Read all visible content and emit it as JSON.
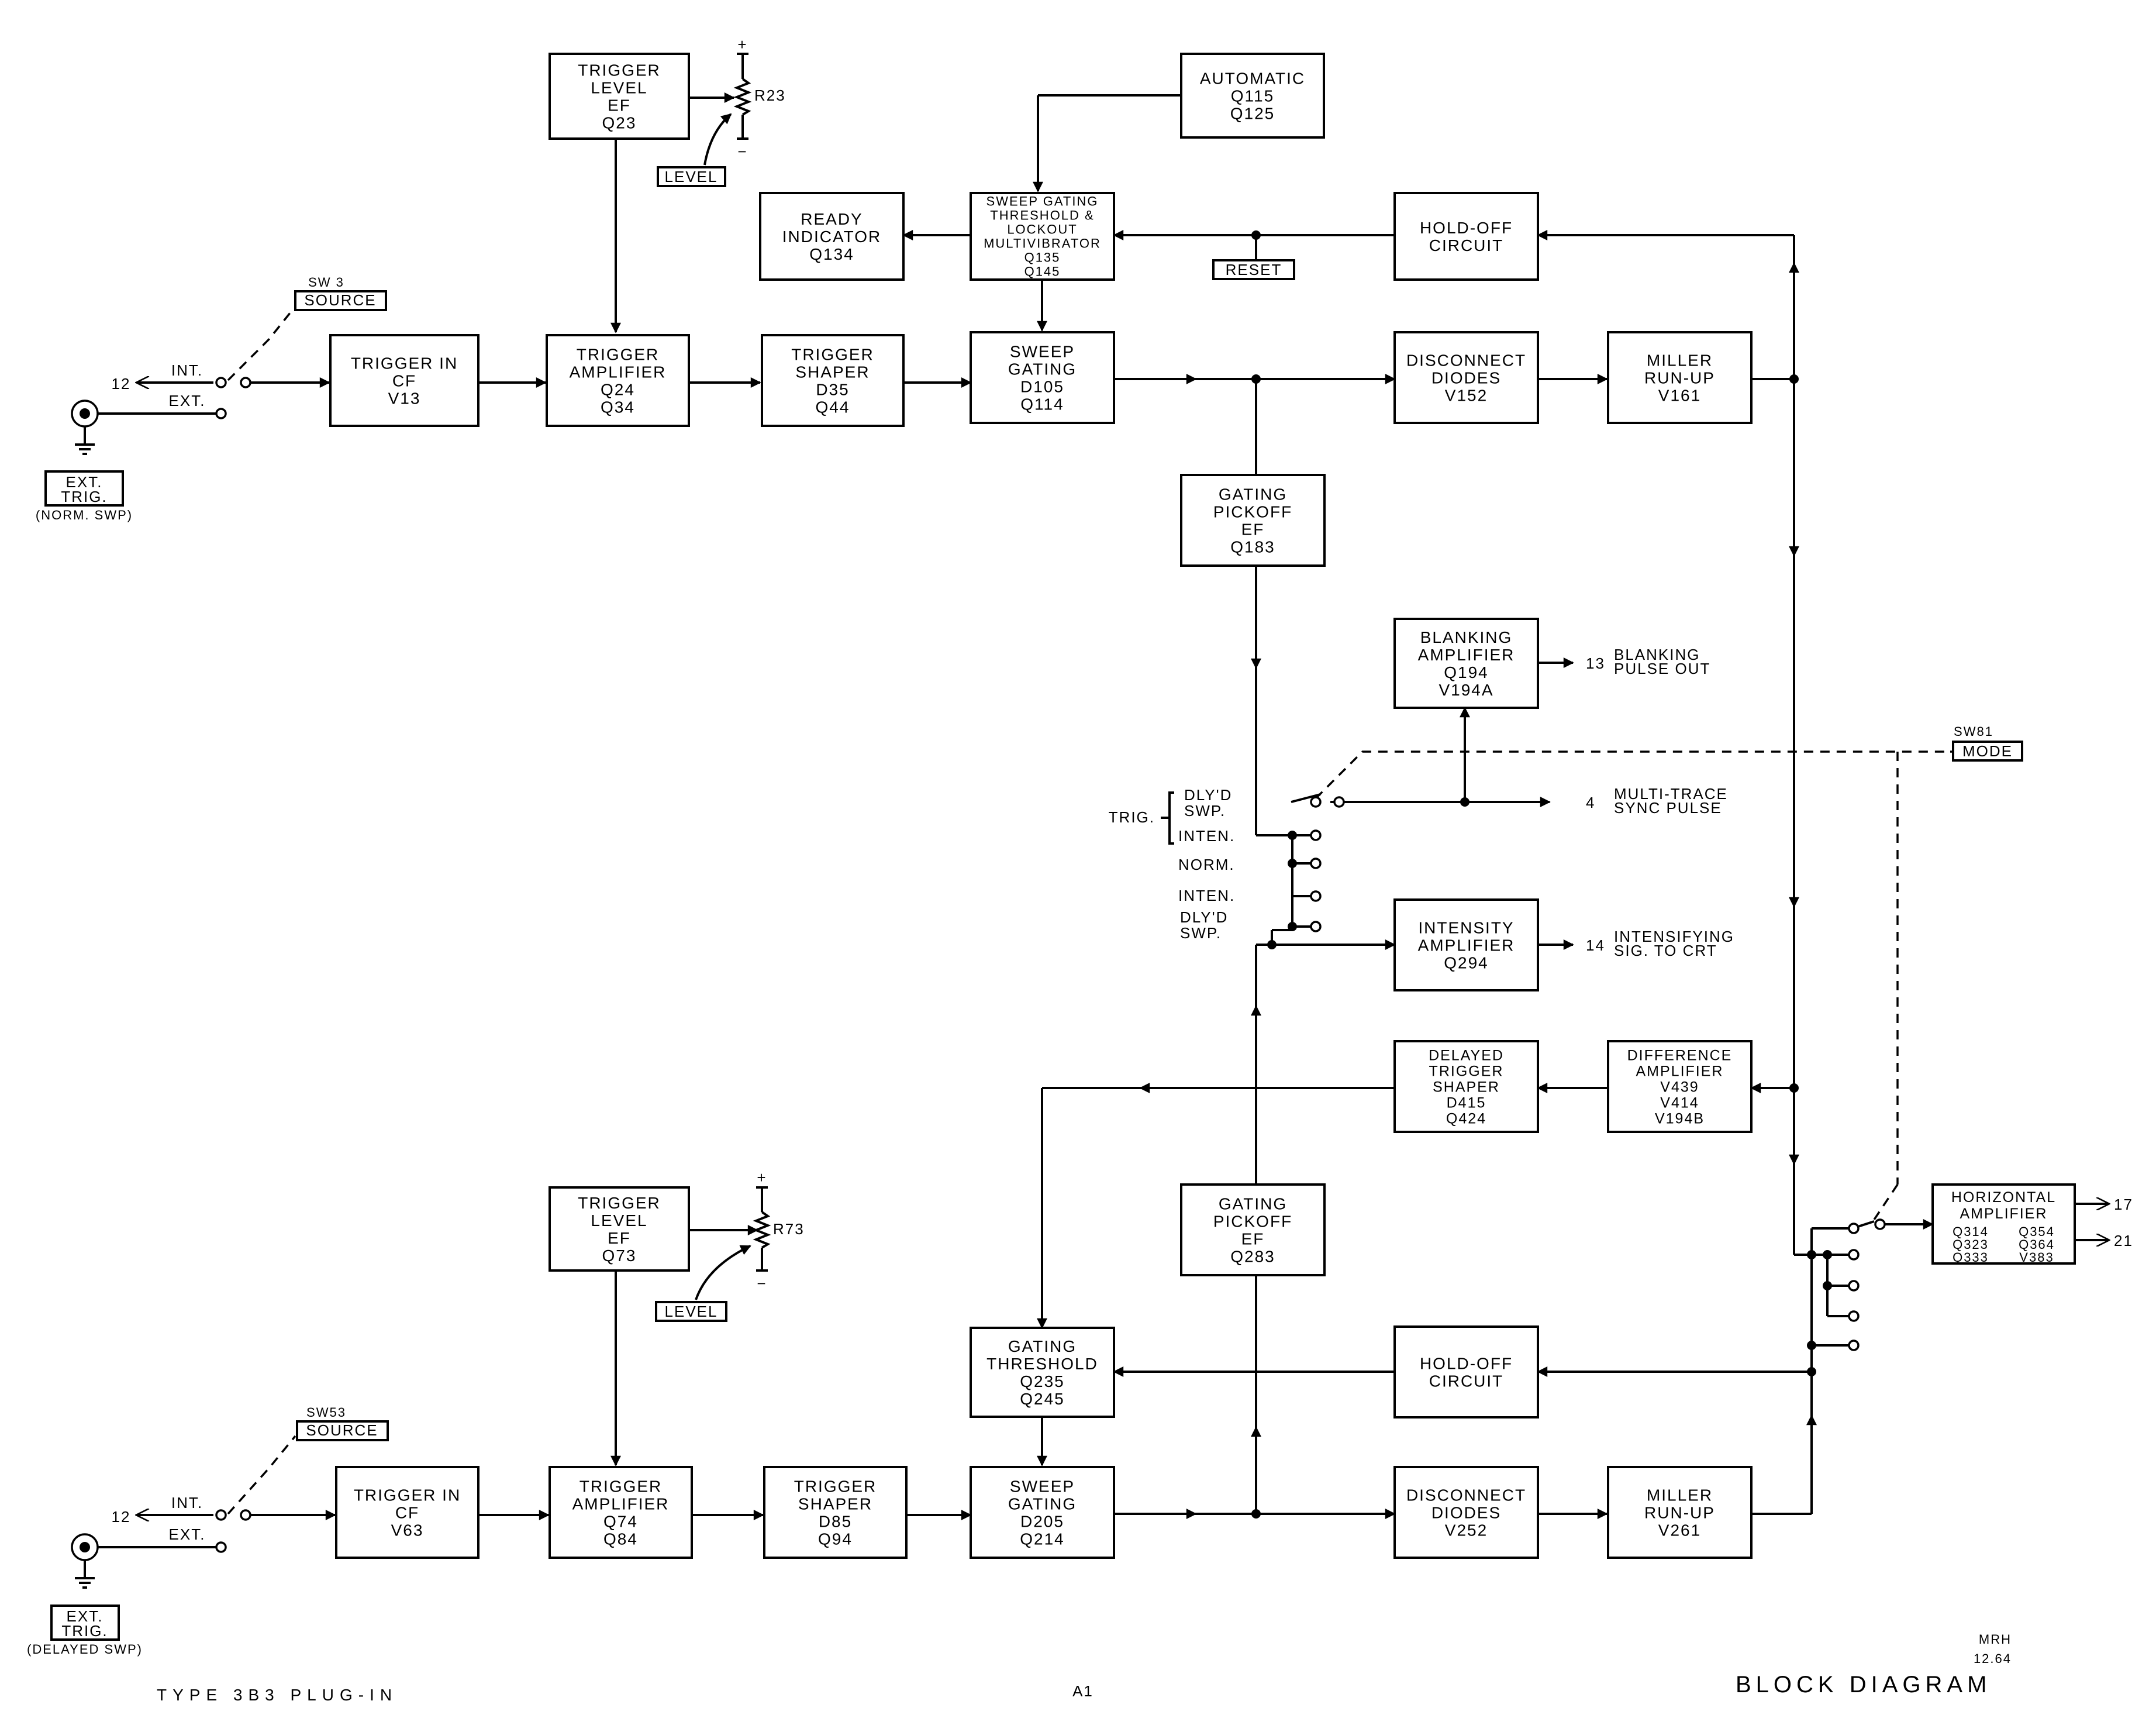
{
  "diagram": {
    "title": "BLOCK DIAGRAM",
    "footer_left": "TYPE 3B3 PLUG-IN",
    "page": "A1",
    "initials": "MRH",
    "date": "12.64"
  },
  "blocks": {
    "trig_level_n": [
      "TRIGGER",
      "LEVEL",
      "EF",
      "Q23"
    ],
    "automatic": [
      "AUTOMATIC",
      "Q115",
      "Q125"
    ],
    "ready": [
      "READY",
      "INDICATOR",
      "Q134"
    ],
    "sweep_lockout": [
      "SWEEP GATING",
      "THRESHOLD &",
      "LOCKOUT",
      "MULTIVIBRATOR",
      "Q135",
      "Q145"
    ],
    "holdoff_n": [
      "HOLD-OFF",
      "CIRCUIT"
    ],
    "trig_in_n": [
      "TRIGGER IN",
      "CF",
      "V13"
    ],
    "trig_amp_n": [
      "TRIGGER",
      "AMPLIFIER",
      "Q24",
      "Q34"
    ],
    "trig_shaper_n": [
      "TRIGGER",
      "SHAPER",
      "D35",
      "Q44"
    ],
    "sweep_gating_n": [
      "SWEEP",
      "GATING",
      "D105",
      "Q114"
    ],
    "disconnect_n": [
      "DISCONNECT",
      "DIODES",
      "V152"
    ],
    "miller_n": [
      "MILLER",
      "RUN-UP",
      "V161"
    ],
    "gating_pickoff_n": [
      "GATING",
      "PICKOFF",
      "EF",
      "Q183"
    ],
    "blanking": [
      "BLANKING",
      "AMPLIFIER",
      "Q194",
      "V194A"
    ],
    "intensity": [
      "INTENSITY",
      "AMPLIFIER",
      "Q294"
    ],
    "delayed_shaper": [
      "DELAYED",
      "TRIGGER",
      "SHAPER",
      "D415",
      "Q424"
    ],
    "difference": [
      "DIFFERENCE",
      "AMPLIFIER",
      "V439",
      "V414",
      "V194B"
    ],
    "trig_level_d": [
      "TRIGGER",
      "LEVEL",
      "EF",
      "Q73"
    ],
    "gating_pickoff_d": [
      "GATING",
      "PICKOFF",
      "EF",
      "Q283"
    ],
    "horizontal": [
      "HORIZONTAL",
      "AMPLIFIER"
    ],
    "horizontal_parts": [
      "Q314",
      "Q354",
      "Q323",
      "Q364",
      "Q333",
      "V383"
    ],
    "gating_threshold": [
      "GATING",
      "THRESHOLD",
      "Q235",
      "Q245"
    ],
    "holdoff_d": [
      "HOLD-OFF",
      "CIRCUIT"
    ],
    "trig_in_d": [
      "TRIGGER IN",
      "CF",
      "V63"
    ],
    "trig_amp_d": [
      "TRIGGER",
      "AMPLIFIER",
      "Q74",
      "Q84"
    ],
    "trig_shaper_d": [
      "TRIGGER",
      "SHAPER",
      "D85",
      "Q94"
    ],
    "sweep_gating_d": [
      "SWEEP",
      "GATING",
      "D205",
      "Q214"
    ],
    "disconnect_d": [
      "DISCONNECT",
      "DIODES",
      "V252"
    ],
    "miller_d": [
      "MILLER",
      "RUN-UP",
      "V261"
    ]
  },
  "labels": {
    "level": "LEVEL",
    "reset": "RESET",
    "source": "SOURCE",
    "mode": "MODE",
    "ext_trig": [
      "EXT.",
      "TRIG."
    ],
    "norm_swp": "(NORM. SWP)",
    "delayed_swp": "(DELAYED SWP)",
    "sw3": "SW 3",
    "sw53": "SW53",
    "sw81": "SW81",
    "r23": "R23",
    "r73": "R73",
    "int": "INT.",
    "ext": "EXT.",
    "pin12": "12",
    "plus": "+",
    "minus": "−",
    "trig": "TRIG.",
    "mode_positions": [
      "DLY'D",
      "SWP.",
      "INTEN.",
      "NORM.",
      "INTEN.",
      "DLY'D",
      "SWP."
    ],
    "blanking_out": [
      "13",
      "BLANKING",
      "PULSE OUT"
    ],
    "sync_out": [
      "4",
      "MULTI-TRACE",
      "SYNC PULSE"
    ],
    "intens_out": [
      "14",
      "INTENSIFYING",
      "SIG. TO CRT"
    ],
    "out17": "17",
    "out21": "21"
  }
}
